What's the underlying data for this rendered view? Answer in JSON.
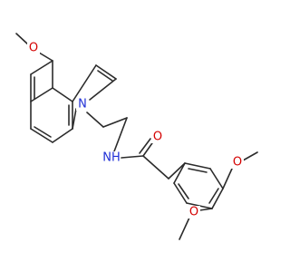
{
  "colors": {
    "bond": "#2b2b2b",
    "oxygen": "#d40000",
    "nitrogen": "#1f2fd6"
  },
  "atoms": {
    "o_methoxy_indole": "O",
    "n_indole": "N",
    "nh_amide": "NH",
    "o_carbonyl": "O",
    "o_methoxy_para": "O",
    "o_methoxy_meta": "O"
  }
}
